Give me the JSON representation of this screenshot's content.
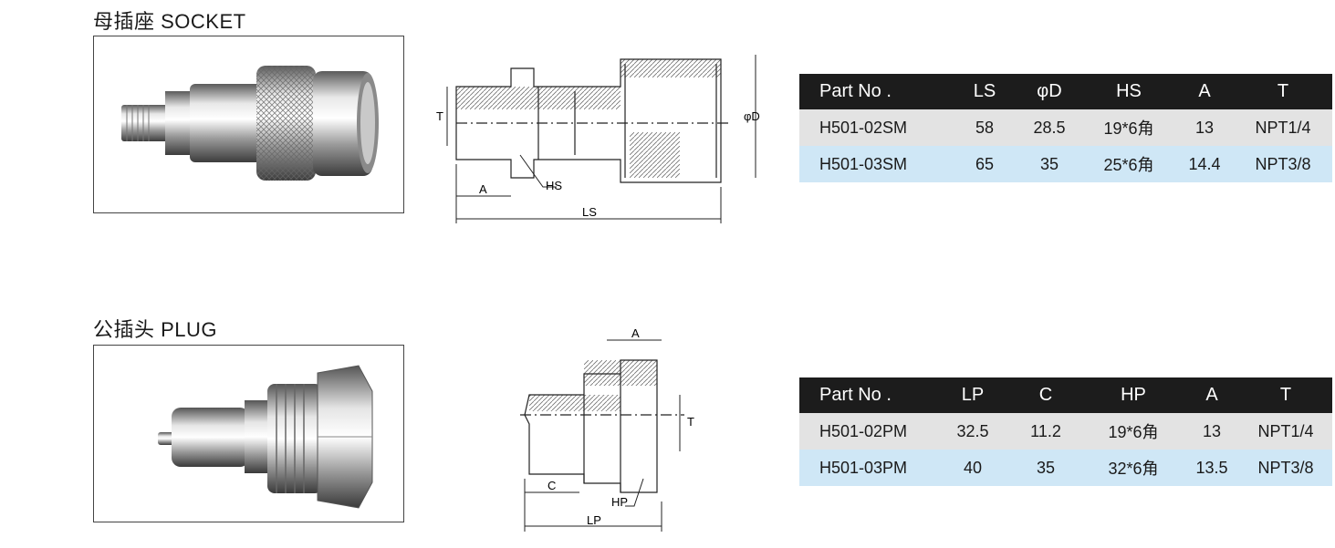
{
  "socket": {
    "title": "母插座 SOCKET",
    "drawing_labels": {
      "a": "A",
      "hs": "HS",
      "ls": "LS",
      "t": "T",
      "d": "φD"
    },
    "table": {
      "headers": [
        "Part No .",
        "LS",
        "φD",
        "HS",
        "A",
        "T"
      ],
      "rows": [
        [
          "H501-02SM",
          "58",
          "28.5",
          "19*6角",
          "13",
          "NPT1/4"
        ],
        [
          "H501-03SM",
          "65",
          "35",
          "25*6角",
          "14.4",
          "NPT3/8"
        ]
      ]
    }
  },
  "plug": {
    "title": "公插头 PLUG",
    "drawing_labels": {
      "a": "A",
      "c": "C",
      "hp": "HP",
      "lp": "LP",
      "t": "T"
    },
    "table": {
      "headers": [
        "Part No .",
        "LP",
        "C",
        "HP",
        "A",
        "T"
      ],
      "rows": [
        [
          "H501-02PM",
          "32.5",
          "11.2",
          "19*6角",
          "13",
          "NPT1/4"
        ],
        [
          "H501-03PM",
          "40",
          "35",
          "32*6角",
          "13.5",
          "NPT3/8"
        ]
      ]
    }
  },
  "colors": {
    "header_bg": "#1c1c1c",
    "row1_bg": "#e3e3e3",
    "row2_bg": "#cfe7f6"
  }
}
